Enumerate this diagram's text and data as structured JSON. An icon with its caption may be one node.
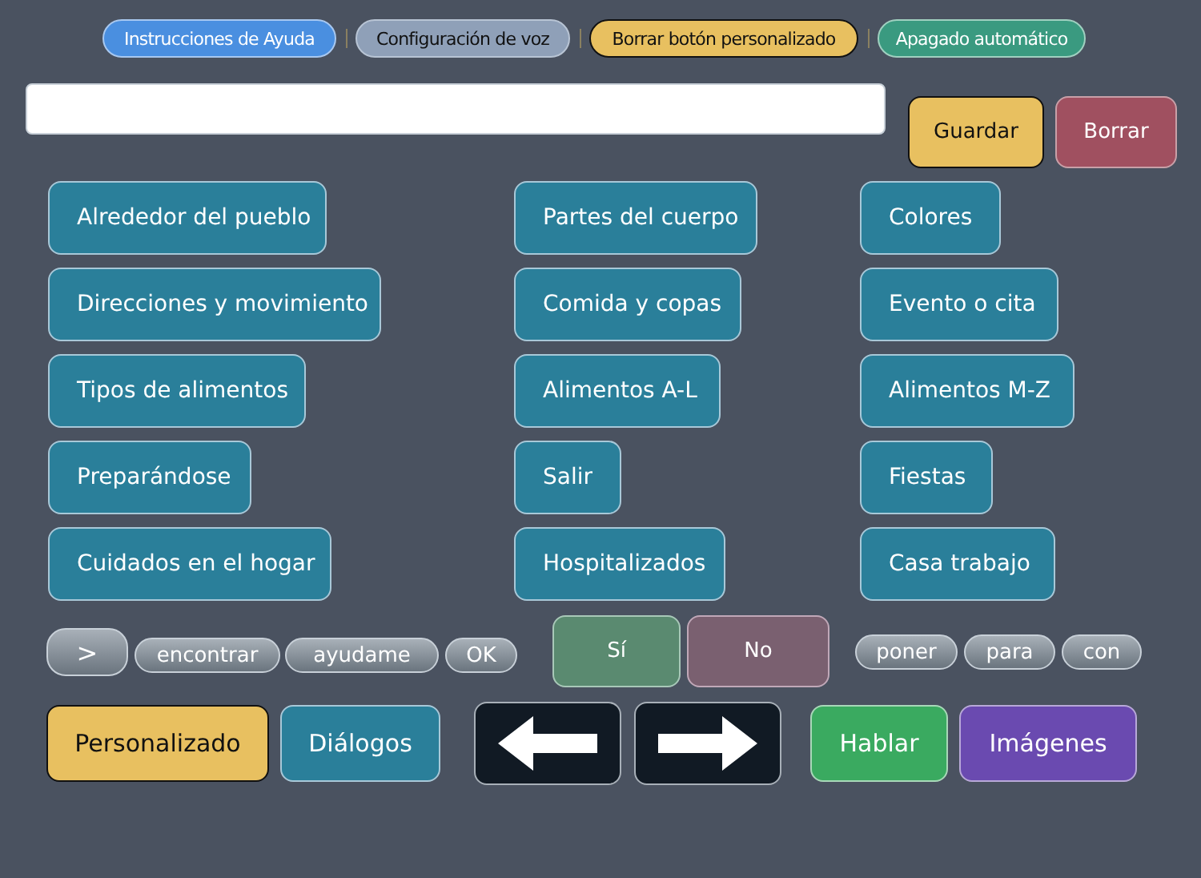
{
  "diagram": {
    "nodes": [
      {
        "text": [
          "Instrucciones de Ayuda"
        ]
      },
      {
        "text": [
          "Configuración de voz"
        ]
      },
      {
        "text": [
          "Borrar botón personalizado"
        ]
      },
      {
        "text": [
          "Apagado automático"
        ]
      },
      {
        "text": [],
        "shape": "box"
      },
      {
        "text": [
          "Guardar"
        ]
      },
      {
        "text": [
          "Borrar"
        ]
      },
      {
        "text": [
          "Alrededor del pueblo"
        ]
      },
      {
        "text": [
          "Partes del cuerpo"
        ]
      },
      {
        "text": [
          "Colores"
        ]
      },
      {
        "text": [
          "Direcciones y movimiento"
        ]
      },
      {
        "text": [
          "Comida y copas"
        ]
      },
      {
        "text": [
          "Evento o cita"
        ]
      },
      {
        "text": [
          "Tipos de alimentos"
        ]
      },
      {
        "text": [
          "Alimentos A-L"
        ]
      },
      {
        "text": [
          "Alimentos M-Z"
        ]
      },
      {
        "text": [
          "Preparándose"
        ]
      },
      {
        "text": [
          "Salir"
        ]
      },
      {
        "text": [
          "Fiestas"
        ]
      },
      {
        "text": [
          "Cuidados en el hogar"
        ]
      },
      {
        "text": [
          "Hospitalizados"
        ]
      },
      {
        "text": [
          "Casa trabajo"
        ]
      },
      {
        "text": [
          ">"
        ]
      },
      {
        "text": [
          "encontrar"
        ]
      },
      {
        "text": [
          "ayudame"
        ]
      },
      {
        "text": [
          "OK"
        ]
      },
      {
        "text": [
          "Sí"
        ]
      },
      {
        "text": [
          "No"
        ]
      },
      {
        "text": [
          "poner"
        ]
      },
      {
        "text": [
          "para"
        ]
      },
      {
        "text": [
          "con"
        ]
      },
      {
        "text": [
          "Personalizado"
        ]
      },
      {
        "text": [
          "Diálogos"
        ]
      },
      {
        "text": [],
        "shape": "box"
      },
      {
        "text": [],
        "shape": "box"
      },
      {
        "text": [
          "Hablar"
        ]
      },
      {
        "text": [
          "Imágenes"
        ]
      }
    ]
  }
}
